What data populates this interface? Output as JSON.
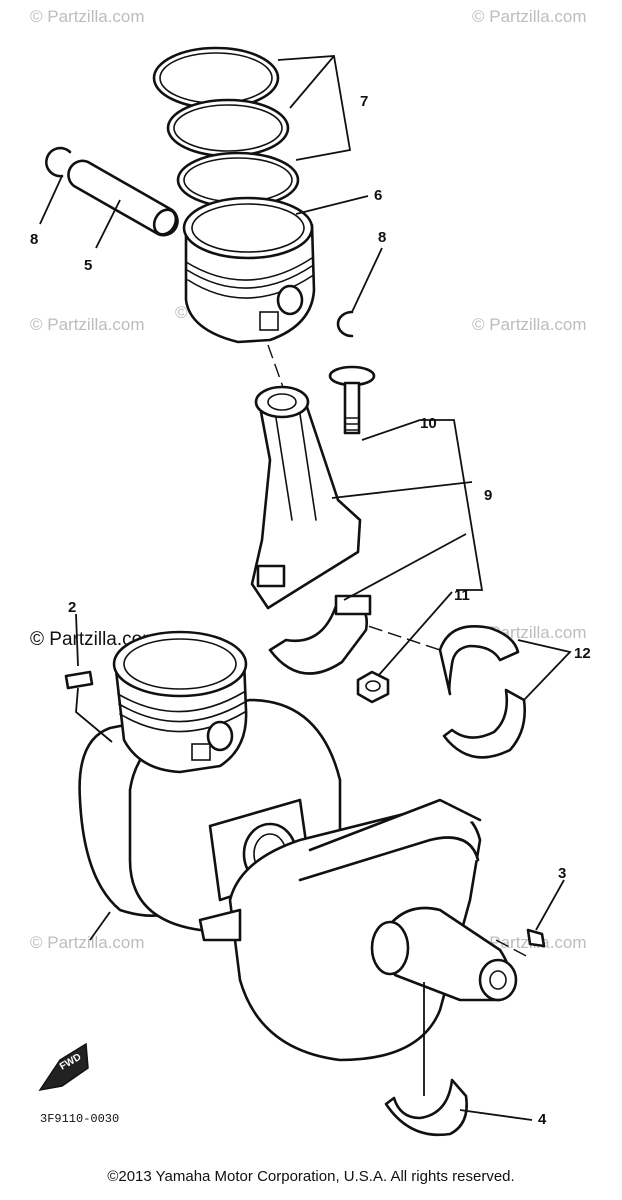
{
  "watermarks": [
    {
      "text": "© Partzilla.com"
    },
    {
      "text": "© Partzilla.com"
    },
    {
      "text": "© Partzilla.com"
    },
    {
      "text": "© Partzilla.com"
    },
    {
      "text": "© Partzilla.com"
    },
    {
      "text": "© Partzilla.com"
    },
    {
      "text": "© Partzilla.com"
    },
    {
      "text": "© Partzilla.com"
    },
    {
      "text": "© Partzilla.com"
    }
  ],
  "callouts": [
    "2",
    "3",
    "4",
    "5",
    "6",
    "7",
    "8",
    "8",
    "9",
    "10",
    "11",
    "12"
  ],
  "fwd_label": "FWD",
  "diagram_code": "3F9110-0030",
  "copyright": "©2013 Yamaha Motor Corporation, U.S.A. All rights reserved."
}
